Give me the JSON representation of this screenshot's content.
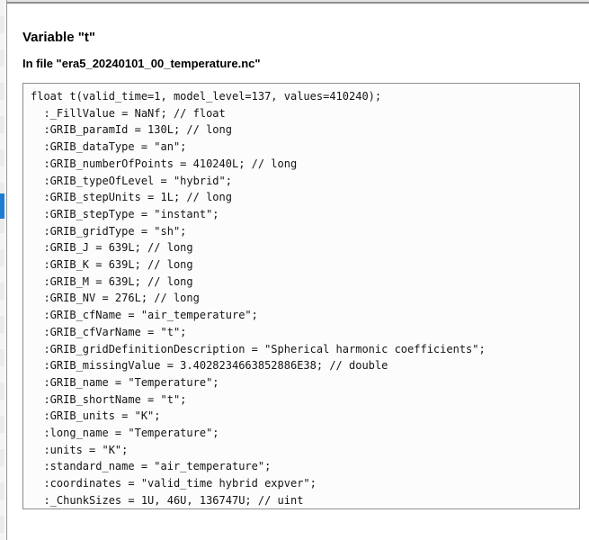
{
  "header": {
    "title": "Variable \"t\"",
    "subtitle": "In file \"era5_20240101_00_temperature.nc\""
  },
  "variable_dump": {
    "lines": [
      "float t(valid_time=1, model_level=137, values=410240);",
      "  :_FillValue = NaNf; // float",
      "  :GRIB_paramId = 130L; // long",
      "  :GRIB_dataType = \"an\";",
      "  :GRIB_numberOfPoints = 410240L; // long",
      "  :GRIB_typeOfLevel = \"hybrid\";",
      "  :GRIB_stepUnits = 1L; // long",
      "  :GRIB_stepType = \"instant\";",
      "  :GRIB_gridType = \"sh\";",
      "  :GRIB_J = 639L; // long",
      "  :GRIB_K = 639L; // long",
      "  :GRIB_M = 639L; // long",
      "  :GRIB_NV = 276L; // long",
      "  :GRIB_cfName = \"air_temperature\";",
      "  :GRIB_cfVarName = \"t\";",
      "  :GRIB_gridDefinitionDescription = \"Spherical harmonic coefficients\";",
      "  :GRIB_missingValue = 3.4028234663852886E38; // double",
      "  :GRIB_name = \"Temperature\";",
      "  :GRIB_shortName = \"t\";",
      "  :GRIB_units = \"K\";",
      "  :long_name = \"Temperature\";",
      "  :units = \"K\";",
      "  :standard_name = \"air_temperature\";",
      "  :coordinates = \"valid_time hybrid expver\";",
      "  :_ChunkSizes = 1U, 46U, 136747U; // uint"
    ]
  },
  "chrome": {
    "scroll_thumb_color": "#1f7dd4"
  }
}
